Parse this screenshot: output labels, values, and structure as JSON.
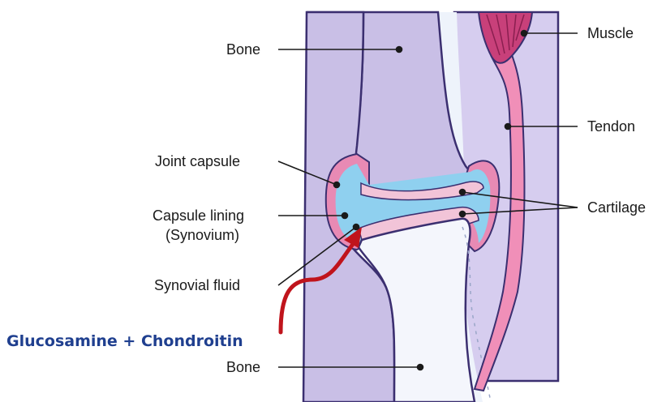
{
  "labels": {
    "bone_top": "Bone",
    "muscle": "Muscle",
    "tendon": "Tendon",
    "joint_capsule": "Joint capsule",
    "cartilage": "Cartilage",
    "capsule_lining_line1": "Capsule lining",
    "capsule_lining_line2": "(Synovium)",
    "synovial_fluid": "Synovial fluid",
    "supplement": "Glucosamine + Chondroitin",
    "bone_bottom": "Bone"
  },
  "colors": {
    "bone": "#c9bfe6",
    "bone_outline": "#3b2f70",
    "cartilage": "#f2c4d8",
    "synovial_fluid": "#8fd0ef",
    "capsule": "#e06aa0",
    "tendon": "#f08fb8",
    "muscle": "#c8407a",
    "arrow": "#c0141c",
    "supplement_text": "#1f3f8f"
  }
}
